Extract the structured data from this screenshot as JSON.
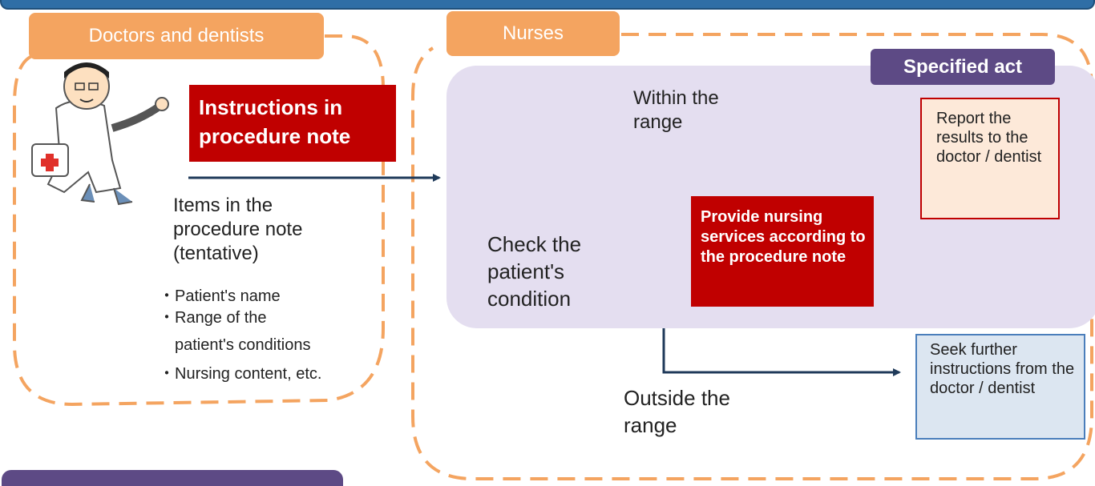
{
  "doctors": {
    "label": "Doctors and dentists",
    "instruction": "Instructions in procedure note",
    "items_heading": "Items in the procedure note (tentative)",
    "items": [
      "・Patient's name",
      "・Range of the",
      "patient's conditions",
      "・Nursing content, etc."
    ]
  },
  "nurses": {
    "label": "Nurses",
    "specified_act": "Specified act",
    "check": "Check the patient's condition",
    "within": "Within the range",
    "outside": "Outside the range",
    "provide": "Provide nursing services according to the procedure note",
    "report": "Report the results to the doctor / dentist",
    "seek": "Seek further instructions from the doctor / dentist"
  },
  "colors": {
    "header_blue": "#2f6ea6",
    "orange": "#f4a460",
    "purple": "#5d4a85",
    "lavender": "#e4def0",
    "red": "#c00000",
    "arrow": "#1f3a5a"
  }
}
